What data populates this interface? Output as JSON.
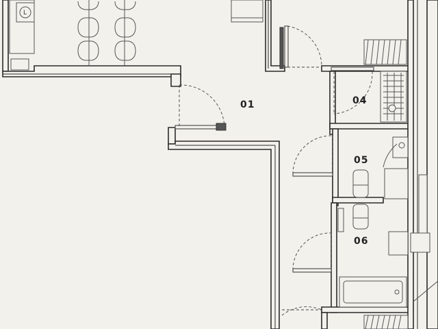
{
  "rooms": [
    {
      "id": "01",
      "label": "01"
    },
    {
      "id": "04",
      "label": "04"
    },
    {
      "id": "05",
      "label": "05"
    },
    {
      "id": "06",
      "label": "06"
    }
  ],
  "icons": {
    "stove": "L"
  },
  "colors": {
    "background": "#f3f1ec",
    "wall": "#2a2a2a",
    "fixture": "#555555"
  }
}
